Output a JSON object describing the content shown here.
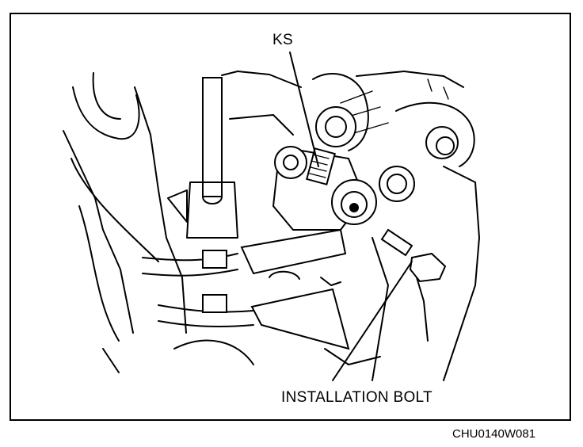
{
  "labels": {
    "knock_sensor": "KS",
    "installation_bolt": "INSTALLATION BOLT",
    "figure_code": "CHU0140W081"
  }
}
